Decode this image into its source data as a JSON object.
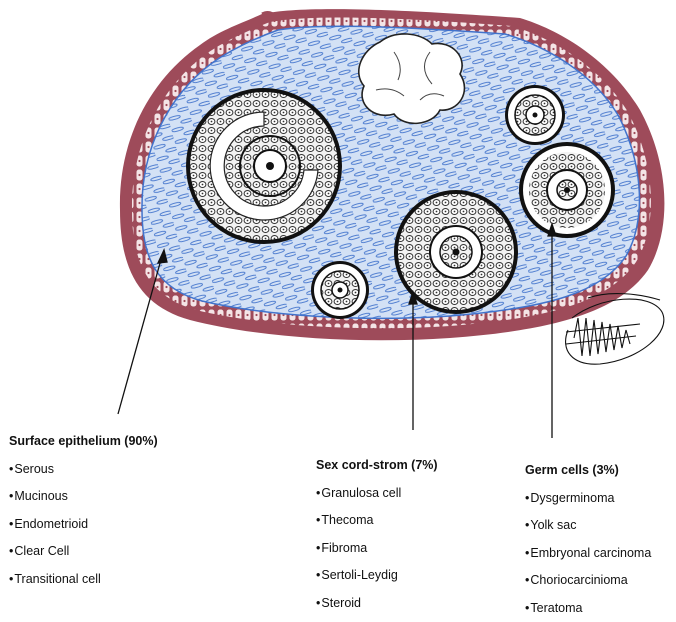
{
  "categories": [
    {
      "title": "Surface epithelium (90%)",
      "items": [
        "Serous",
        "Mucinous",
        "Endometrioid",
        "Clear Cell",
        "Transitional cell"
      ]
    },
    {
      "title": "Sex cord-strom (7%)",
      "items": [
        "Granulosa cell",
        "Thecoma",
        "Fibroma",
        "Sertoli-Leydig",
        "Steroid"
      ]
    },
    {
      "title": "Germ cells (3%)",
      "items": [
        "Dysgerminoma",
        "Yolk sac",
        "Embryonal carcinoma",
        "Choriocarcinioma",
        "Teratoma"
      ]
    }
  ],
  "colors": {
    "stroma_fill": "#c9d9f2",
    "stroma_lines": "#3f6fc9",
    "epithelium": "#b05a6a",
    "follicle_cells": "#555555",
    "ink": "#111111"
  }
}
